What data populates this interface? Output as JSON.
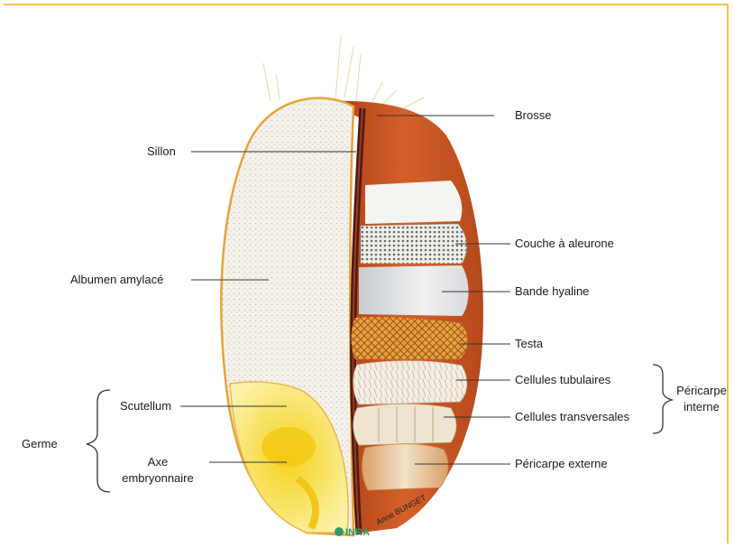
{
  "labels": {
    "brosse": "Brosse",
    "sillon": "Sillon",
    "couche_aleurone": "Couche à aleurone",
    "albumen": "Albumen amylacé",
    "bande_hyaline": "Bande hyaline",
    "testa": "Testa",
    "cellules_tubulaires": "Cellules tubulaires",
    "pericarpe_interne_line1": "Péricarpe",
    "pericarpe_interne_line2": "interne",
    "scutellum": "Scutellum",
    "cellules_transversales": "Cellules transversales",
    "germe": "Germe",
    "axe_line1": "Axe",
    "axe_line2": "embryonnaire",
    "pericarpe_externe": "Péricarpe externe"
  },
  "credit": {
    "logo": "INRA",
    "author": "Anne BUNGET"
  },
  "colors": {
    "frame": "#f2c44a",
    "pericarp": "#c8501e",
    "endosperm": "#f4f1ea",
    "germ": "#f6e04a",
    "leader_lines": "#333333"
  }
}
